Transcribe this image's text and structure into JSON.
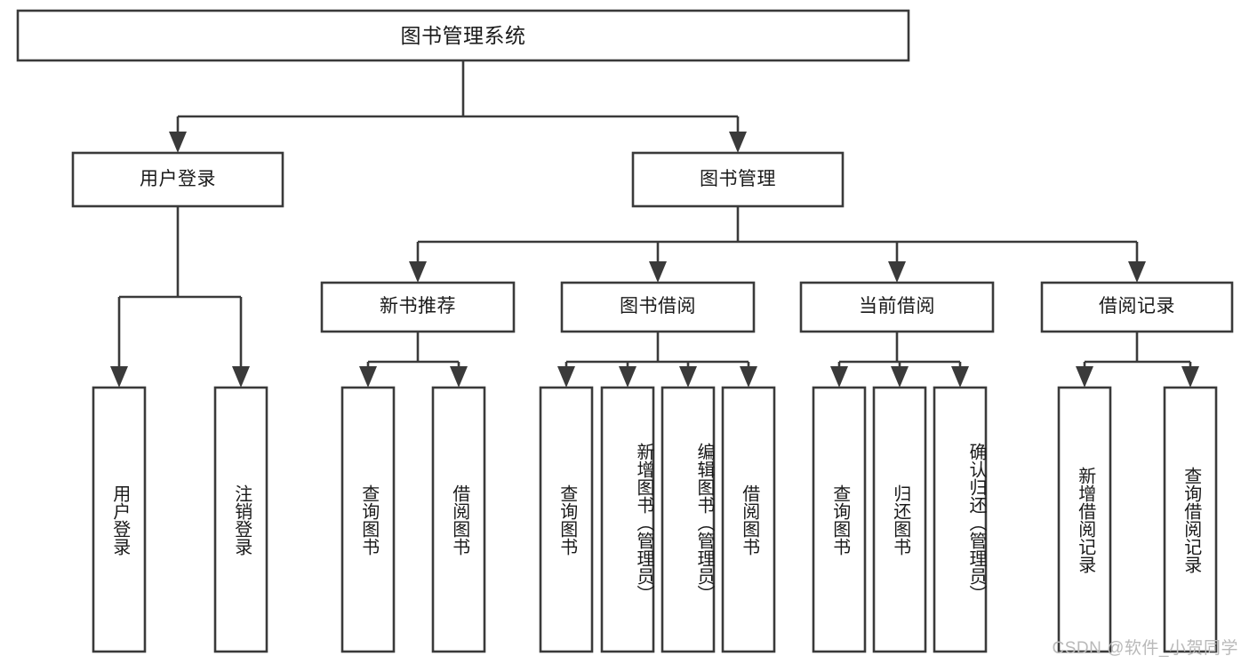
{
  "diagram": {
    "type": "tree-hierarchy",
    "title": "图书管理系统",
    "watermark": "CSDN @软件_小贺同学",
    "colors": {
      "stroke": "#3a3a3a",
      "fill": "#ffffff",
      "text": "#1a1a1a",
      "watermark": "#b9b9b9",
      "background": "#ffffff"
    },
    "levels": {
      "root": {
        "label": "图书管理系统"
      },
      "level2": [
        {
          "label": "用户登录"
        },
        {
          "label": "图书管理"
        }
      ],
      "level3": [
        {
          "label": "新书推荐"
        },
        {
          "label": "图书借阅"
        },
        {
          "label": "当前借阅"
        },
        {
          "label": "借阅记录"
        }
      ]
    },
    "nodes": {
      "root": "图书管理系统",
      "user_login": "用户登录",
      "book_manage": "图书管理",
      "new_book_rec": "新书推荐",
      "book_borrow": "图书借阅",
      "current_borrow": "当前借阅",
      "borrow_record": "借阅记录",
      "leaf_user_login": "用户登录",
      "leaf_user_logout": "注销登录",
      "leaf_query_book_1": "查询图书",
      "leaf_borrow_book_1": "借阅图书",
      "leaf_query_book_2": "查询图书",
      "leaf_add_book_admin": "新增图书（管理员）",
      "leaf_edit_book_admin": "编辑图书（管理员）",
      "leaf_borrow_book_2": "借阅图书",
      "leaf_query_book_3": "查询图书",
      "leaf_return_book": "归还图书",
      "leaf_confirm_return_admin": "确认归还（管理员）",
      "leaf_add_record": "新增借阅记录",
      "leaf_query_record": "查询借阅记录"
    }
  }
}
